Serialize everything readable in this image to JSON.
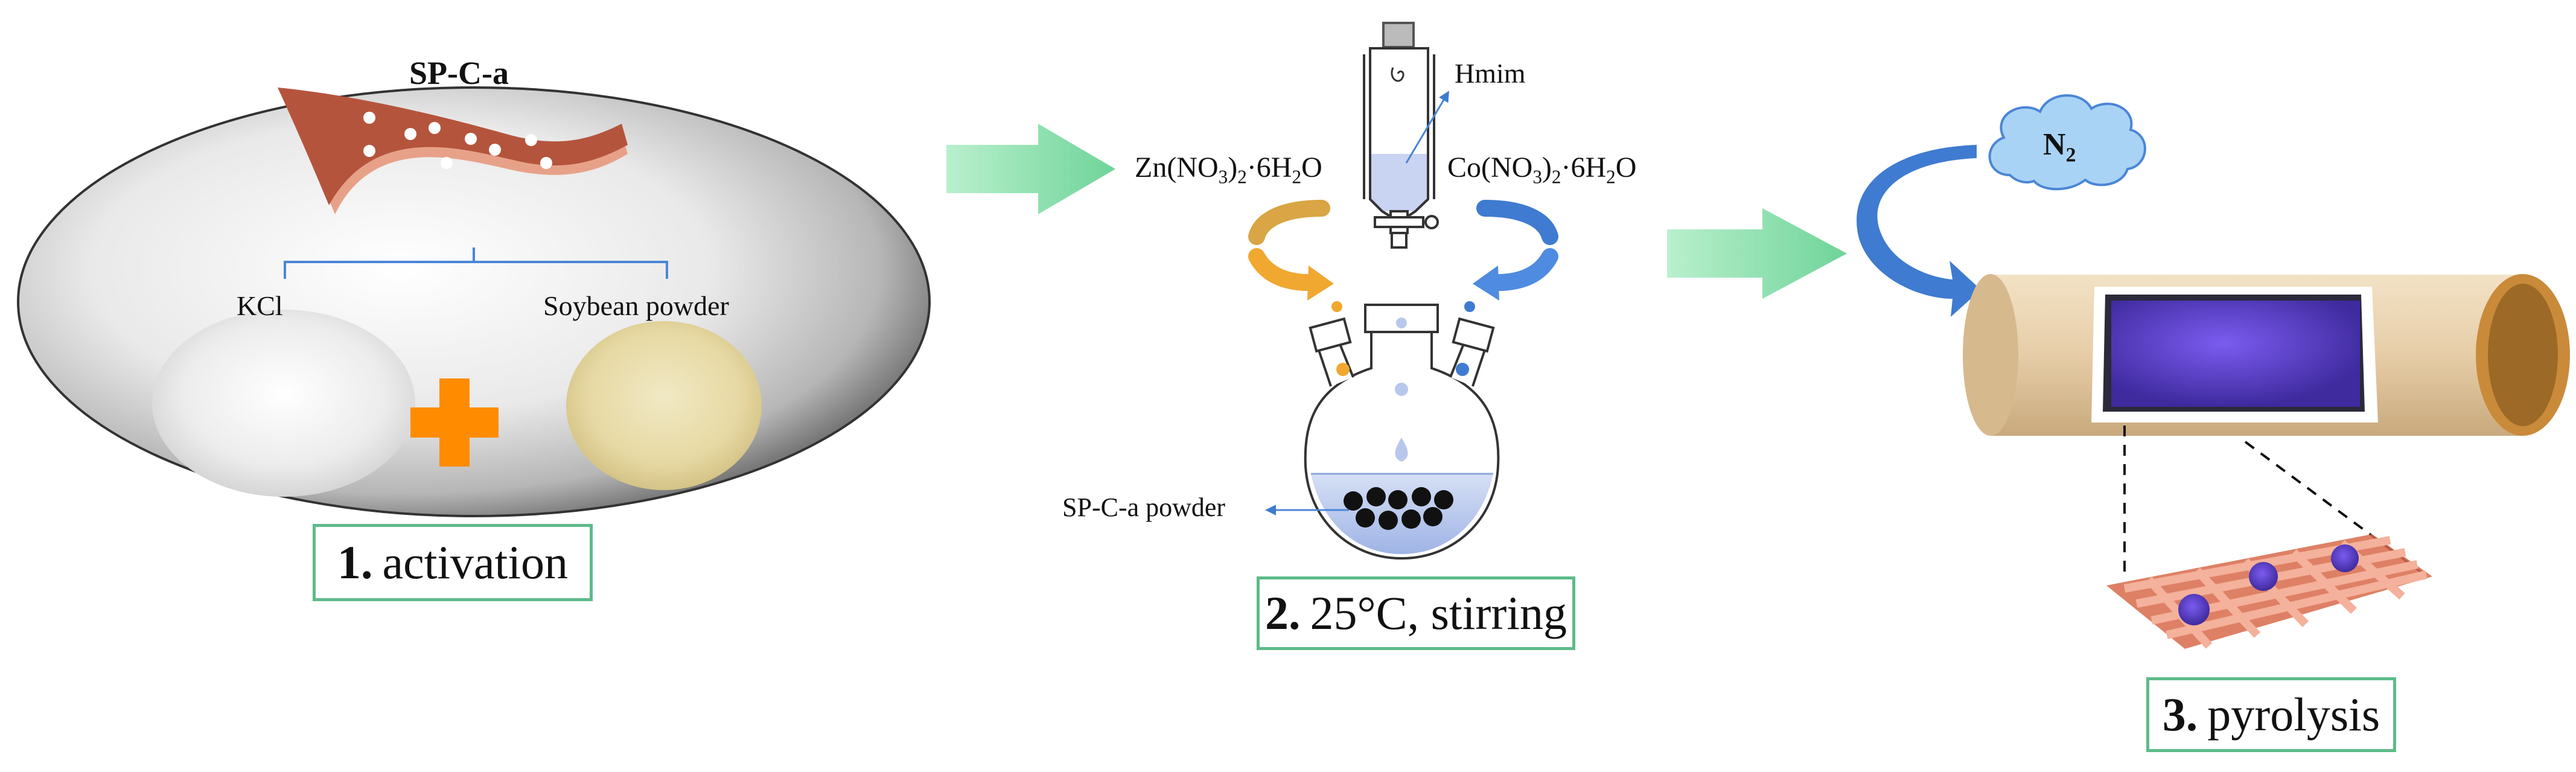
{
  "panel1": {
    "title": "SP-C-a",
    "left_item": "KCl",
    "right_item": "Soybean powder",
    "step_number": "1.",
    "step_label": "activation"
  },
  "panel2": {
    "funnel_label": "Hmim",
    "left_reagent": "Zn(NO3)2·6H2O",
    "right_reagent": "Co(NO3)2·6H2O",
    "powder_label": "SP-C-a powder",
    "step_number": "2.",
    "step_label": "25°C, stirring"
  },
  "panel3": {
    "gas_label": "N2",
    "step_number": "3.",
    "step_label": "pyrolysis"
  },
  "colors": {
    "arrow_green": "#8fe3b0",
    "box_border": "#5dbb8a",
    "plus_orange": "#ff8c00",
    "sheet_brown": "#b5543c",
    "zn_orange": "#f0a830",
    "co_blue": "#3f7bd0",
    "cloud_blue": "#a9d3f5",
    "sample_purple": "#5a3fcf",
    "tube_tan": "#e0c39e"
  },
  "icons": [
    "green-arrow-icon",
    "plus-icon",
    "separatory-funnel-icon",
    "three-neck-flask-icon",
    "cloud-icon",
    "tube-furnace-icon",
    "carbon-mesh-icon"
  ]
}
